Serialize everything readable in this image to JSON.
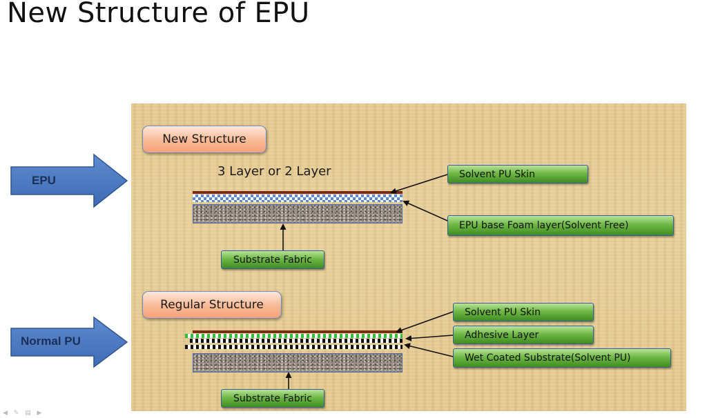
{
  "title": "New Structure of EPU",
  "epu": {
    "arrow_label": "EPU",
    "structure_label": "New Structure",
    "layer_count": "3 Layer or 2 Layer",
    "callouts": [
      "Solvent PU Skin",
      "EPU base Foam layer(Solvent  Free)"
    ],
    "substrate": "Substrate Fabric"
  },
  "normal_pu": {
    "arrow_label": "Normal PU",
    "structure_label": "Regular Structure",
    "callouts": [
      "Solvent PU Skin",
      "Adhesive Layer",
      "Wet Coated  Substrate(Solvent PU)"
    ],
    "substrate": "Substrate Fabric"
  },
  "colors": {
    "arrow_fill": "#4f7dc4",
    "skin": "#7a2c12",
    "foam_dots": "#5b8bd6",
    "adhesive": "#2fbf3a",
    "wet_coat": "#111111",
    "panel": "#e6c98d"
  }
}
